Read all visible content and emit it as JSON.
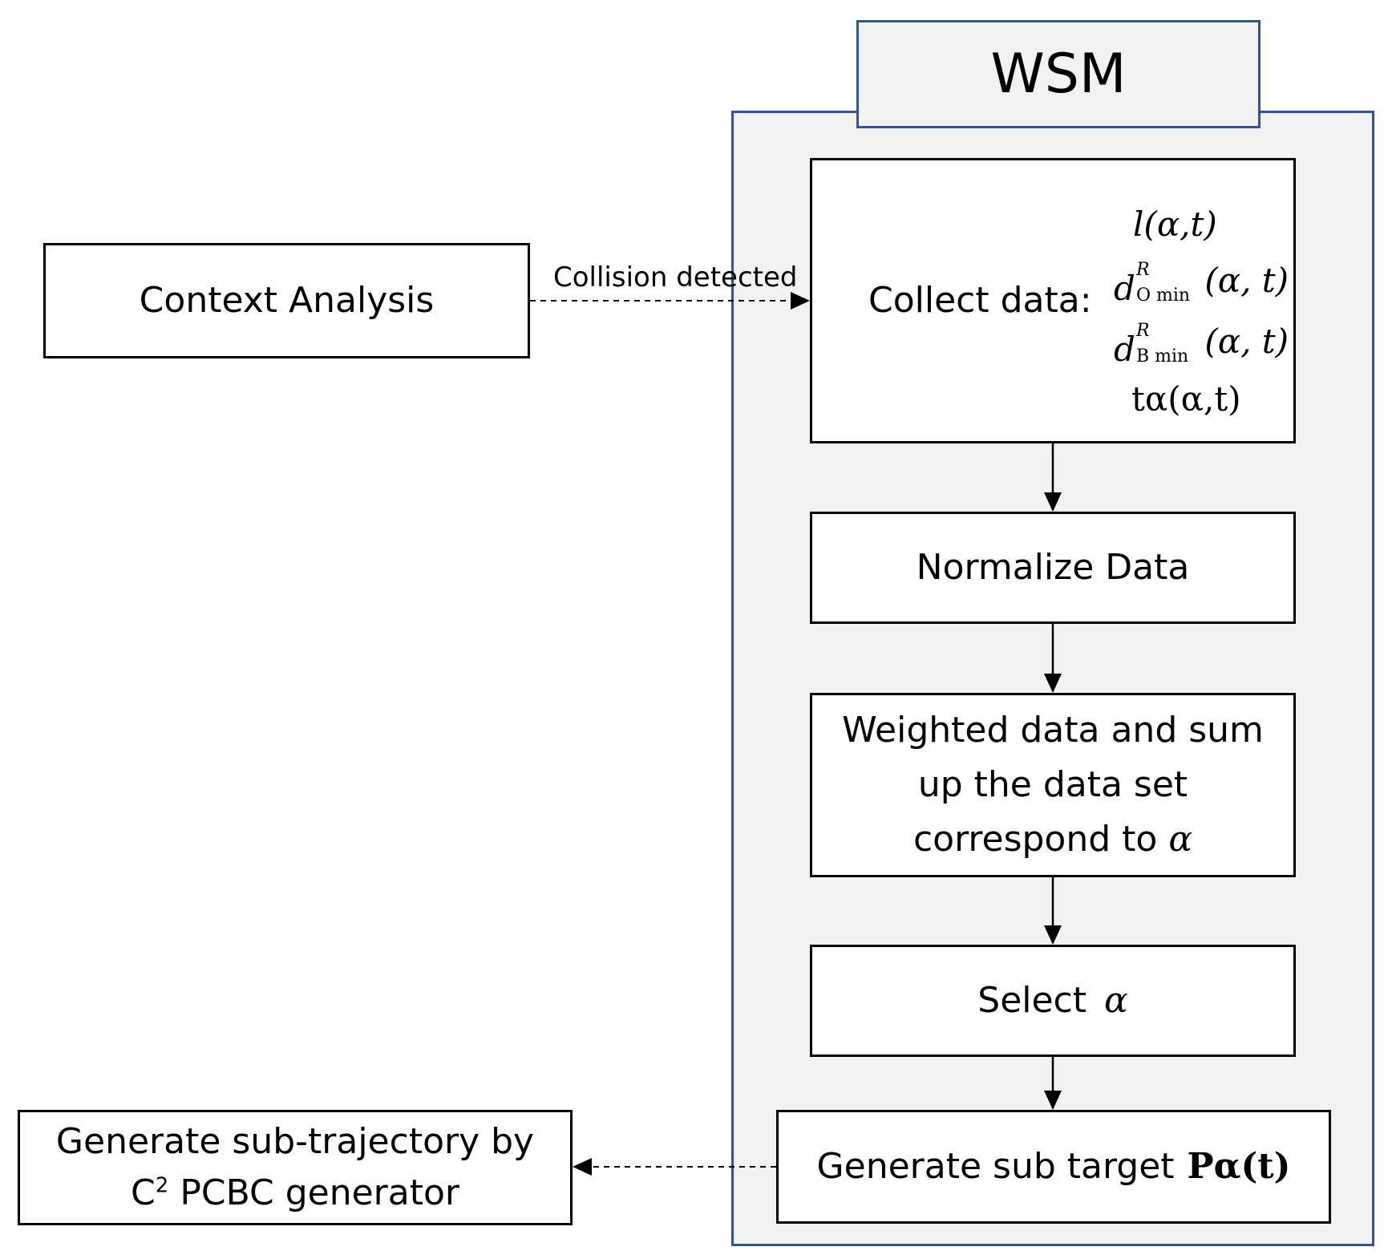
{
  "nodes": {
    "context_analysis": "Context Analysis",
    "wsm_title": "WSM",
    "collect_data_label": "Collect data:",
    "normalize": "Normalize Data",
    "weighted_line1": "Weighted data and sum",
    "weighted_line2": "up the data set",
    "weighted_line3": "correspond to",
    "select": "Select",
    "generate_sub_target": "Generate sub target",
    "generate_traj_line1": "Generate sub-trajectory by",
    "generate_traj_line2": "PCBC generator",
    "generate_traj_c": "C",
    "generate_traj_sup": "2"
  },
  "formulas": {
    "alpha": "α",
    "f1": "l(α,t)",
    "f2_base": "d",
    "f2_sup": "R",
    "f2_sub": "O min",
    "f2_args": "(α, t)",
    "f3_base": "d",
    "f3_sup": "R",
    "f3_sub": "B min",
    "f3_args": "(α, t)",
    "f4": "tα(α,t)",
    "p_alpha": "Pα(t)"
  },
  "edges": {
    "collision_label": "Collision detected"
  }
}
